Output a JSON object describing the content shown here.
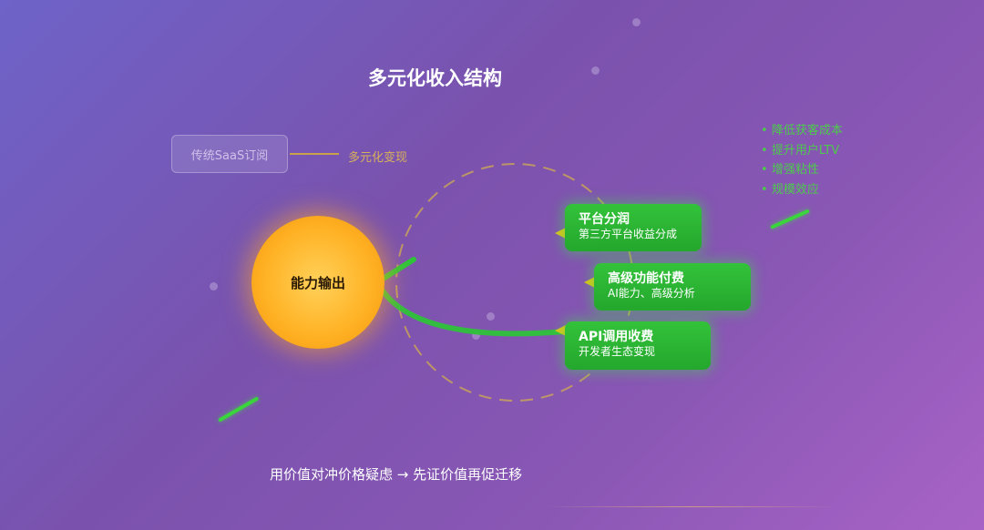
{
  "title": "多元化收入结构",
  "traditional": {
    "label": "传统SaaS订阅",
    "connector_label": "多元化变现"
  },
  "core": {
    "label": "能力输出"
  },
  "revenue_streams": [
    {
      "title": "平台分润",
      "subtitle": "第三方平台收益分成"
    },
    {
      "title": "高级功能付费",
      "subtitle": "AI能力、高级分析"
    },
    {
      "title": "API调用收费",
      "subtitle": "开发者生态变现"
    }
  ],
  "benefits": [
    "降低获客成本",
    "提升用户LTV",
    "增强粘性",
    "规模效应"
  ],
  "footer": "用价值对冲价格疑虑 → 先证价值再促迁移",
  "colors": {
    "accent_green": "#2fb836",
    "sun_orange": "#ffb326",
    "pointer_yellow": "#e3c21b",
    "connector_gold": "#c9a24a"
  }
}
